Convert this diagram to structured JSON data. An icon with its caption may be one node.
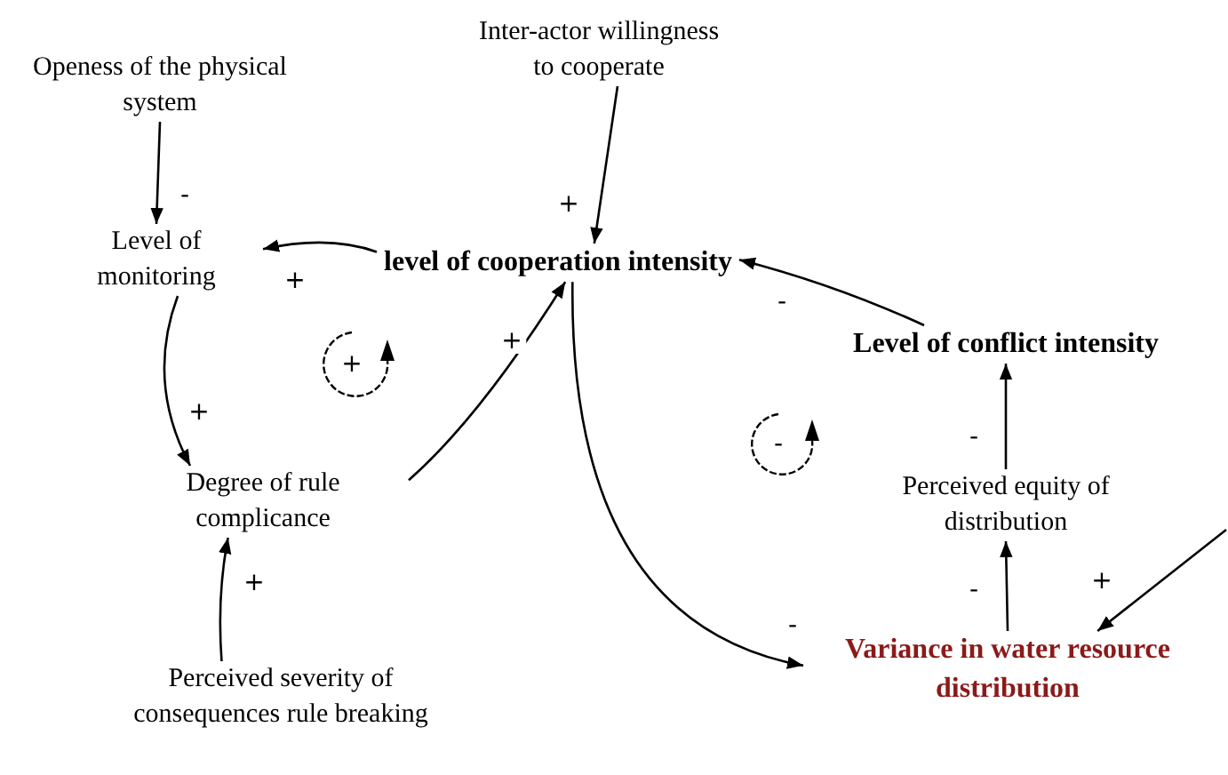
{
  "diagram": {
    "nodes": [
      {
        "text": [
          "Inter-actor willingness to cooperate"
        ]
      },
      {
        "text": [
          "Openess of the physical system"
        ]
      },
      {
        "text": [
          "Level of monitoring"
        ]
      },
      {
        "text": [
          "level of cooperation intensity"
        ]
      },
      {
        "text": [
          "Level of conflict intensity"
        ]
      },
      {
        "text": [
          "Degree of rule complicance"
        ]
      },
      {
        "text": [
          "Perceived equity of distribution"
        ]
      },
      {
        "text": [
          "Variance in water resource distribution"
        ]
      },
      {
        "text": [
          "Perceived severity of consequences rule breaking"
        ]
      }
    ],
    "edges": [
      {
        "from": 0,
        "to": 3,
        "arrow": "to",
        "label": "+"
      },
      {
        "from": 1,
        "to": 2,
        "arrow": "to",
        "label": "-"
      },
      {
        "from": 3,
        "to": 2,
        "arrow": "to",
        "label": "+"
      },
      {
        "from": 2,
        "to": 5,
        "arrow": "to",
        "label": "+"
      },
      {
        "from": 5,
        "to": 3,
        "arrow": "to",
        "label": "+"
      },
      {
        "from": 8,
        "to": 5,
        "arrow": "to",
        "label": "+"
      },
      {
        "from": 4,
        "to": 3,
        "arrow": "to",
        "label": "-"
      },
      {
        "from": 3,
        "to": 7,
        "arrow": "to",
        "label": "-"
      },
      {
        "from": 6,
        "to": 4,
        "arrow": "to",
        "label": "-"
      },
      {
        "from": 7,
        "to": 6,
        "arrow": "to",
        "label": "-"
      },
      {
        "from": null,
        "to": 7,
        "arrow": "to",
        "label": "+"
      }
    ],
    "labels": [
      "+",
      "-"
    ]
  }
}
